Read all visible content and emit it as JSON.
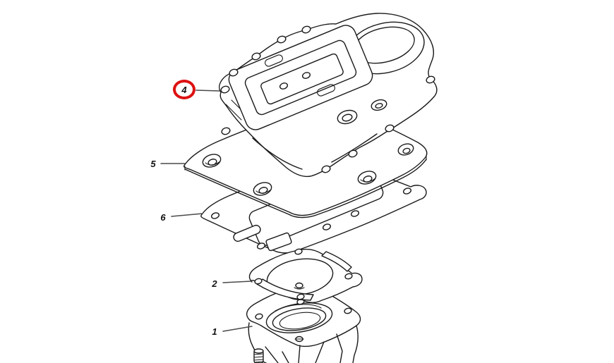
{
  "diagram": {
    "type": "exploded-parts-diagram",
    "background_color": "#ffffff",
    "line_color": "#1a1a1a",
    "highlight_color": "#dd1111",
    "callouts": [
      {
        "label": "4",
        "highlighted": true
      },
      {
        "label": "5",
        "highlighted": false
      },
      {
        "label": "6",
        "highlighted": false
      },
      {
        "label": "2",
        "highlighted": false
      },
      {
        "label": "1",
        "highlighted": false
      }
    ]
  }
}
